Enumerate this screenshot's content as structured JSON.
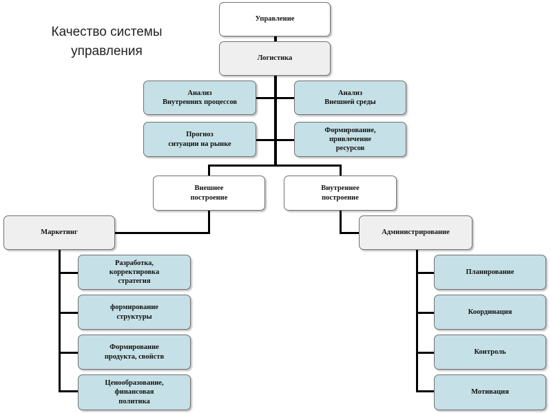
{
  "title": "Качество системы\nуправления",
  "nodes": {
    "management": "Управление",
    "logistics": "Логистика",
    "internal_analysis": "Анализ\nВнутренних процессов",
    "external_analysis": "Анализ\nВнешней среды",
    "forecast": "Прогноз\nситуации на рынке",
    "resources": "Формирование,\nпривлечение\nресурсов",
    "external_build": "Внешнее\nпостроение",
    "internal_build": "Внутреннее\nпостроение",
    "marketing": "Маркетинг",
    "administration": "Администрирование",
    "marketing_children": [
      "Разработка,\nкорректировка\nстратегия",
      "формирование\nструктуры",
      "Формирование\nпродукта, свойств",
      "Ценообразование,\nфинансовая\nполитика"
    ],
    "admin_children": [
      "Планирование",
      "Координация",
      "Контроль",
      "Мотивация"
    ]
  }
}
